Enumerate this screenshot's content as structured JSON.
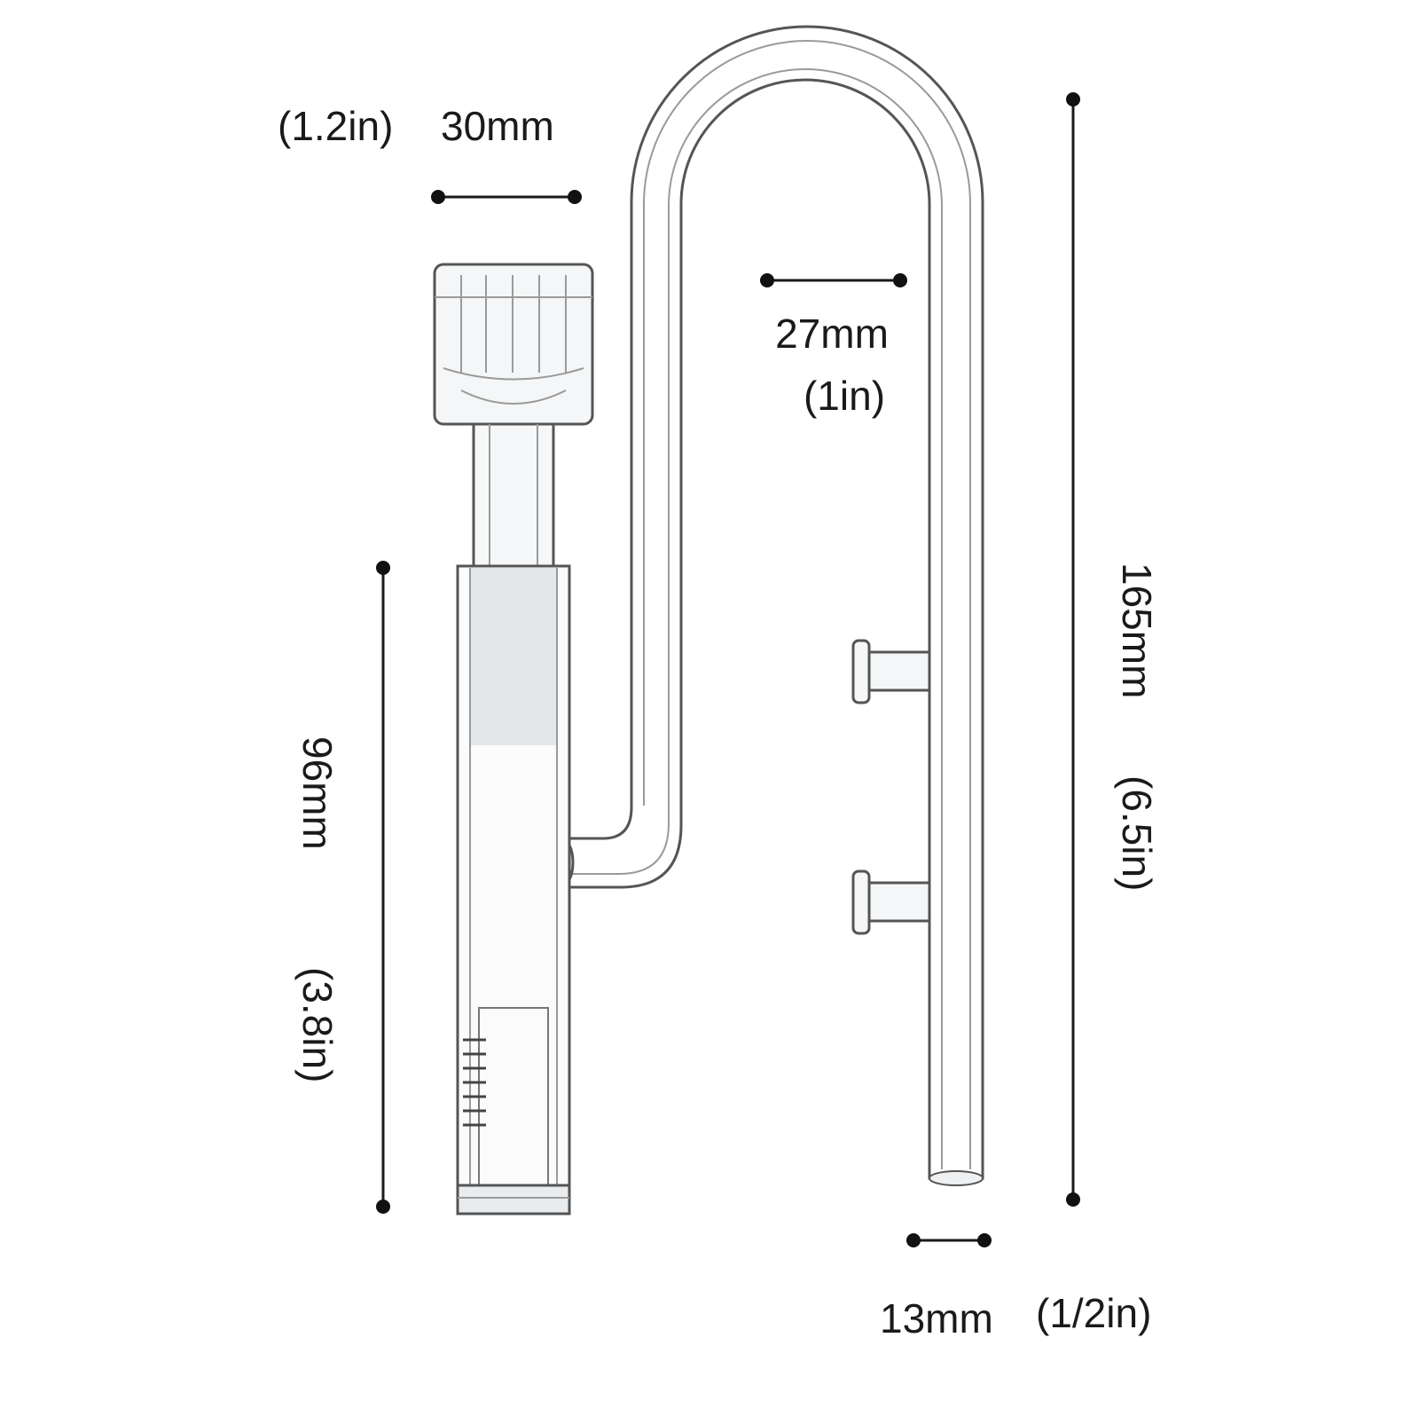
{
  "dimensions": {
    "top_width": {
      "mm": "30mm",
      "inch": "(1.2in)"
    },
    "bend_width": {
      "mm": "27mm",
      "inch": "(1in)"
    },
    "total_height": {
      "mm": "165mm",
      "inch": "(6.5in)"
    },
    "inflow_height": {
      "mm": "96mm",
      "inch": "(3.8in)"
    },
    "tube_diameter": {
      "mm": "13mm",
      "inch": "(1/2in)"
    }
  },
  "colors": {
    "ink": "#1a1a1a",
    "glass_edge": "#555555",
    "frost": "#e4e7e9"
  }
}
